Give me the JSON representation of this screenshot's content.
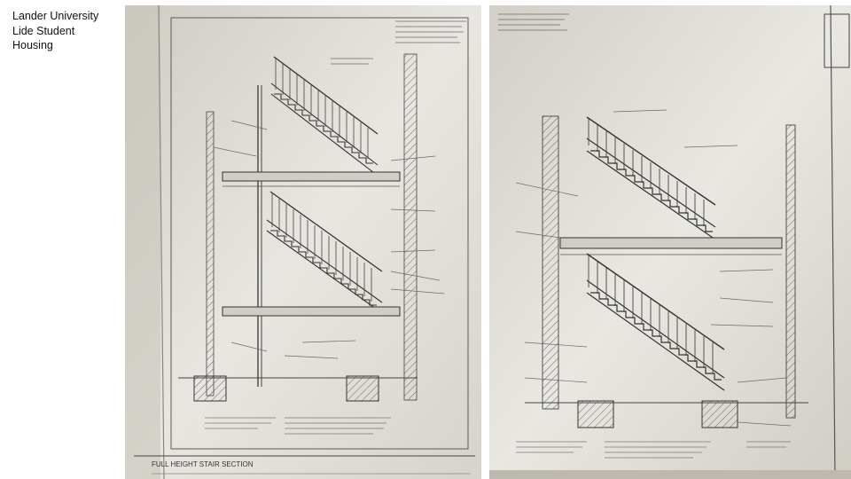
{
  "slide": {
    "title_lines": [
      "Lander University",
      "Lide Student",
      "Housing"
    ]
  },
  "photos": [
    {
      "name": "stair-section-drawing-left",
      "caption": "FULL HEIGHT STAIR SECTION"
    },
    {
      "name": "stair-section-drawing-right"
    }
  ],
  "colors": {
    "paper": "#e6e4de",
    "ink": "#3a3a3a",
    "shadow": "#b9b6ae"
  }
}
